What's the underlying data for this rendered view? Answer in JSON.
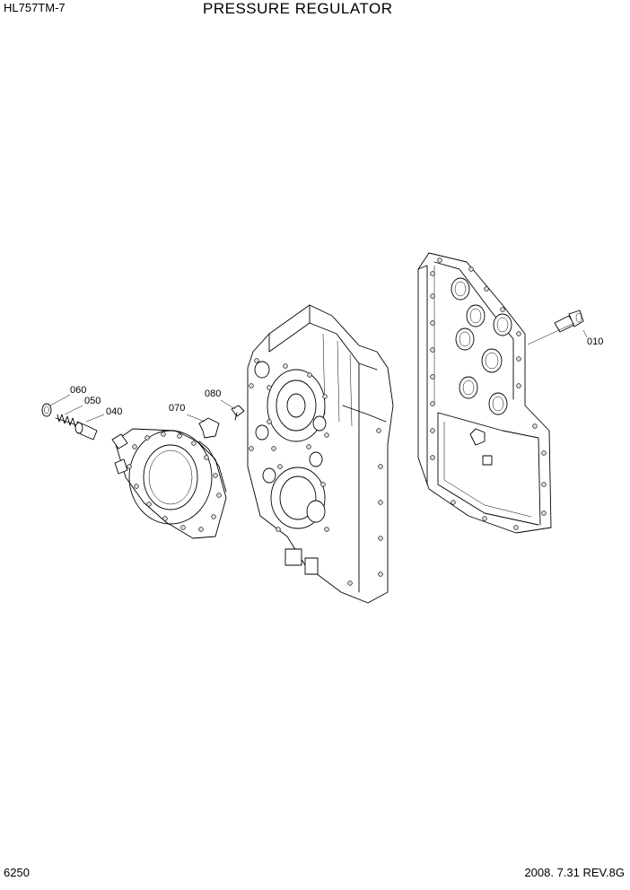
{
  "header": {
    "model": "HL757TM-7",
    "title": "PRESSURE REGULATOR"
  },
  "footer": {
    "page_number": "6250",
    "revision": "2008. 7.31  REV.8G"
  },
  "callouts": {
    "p010": "010",
    "p040": "040",
    "p050": "050",
    "p060": "060",
    "p070": "070",
    "p080": "080"
  }
}
